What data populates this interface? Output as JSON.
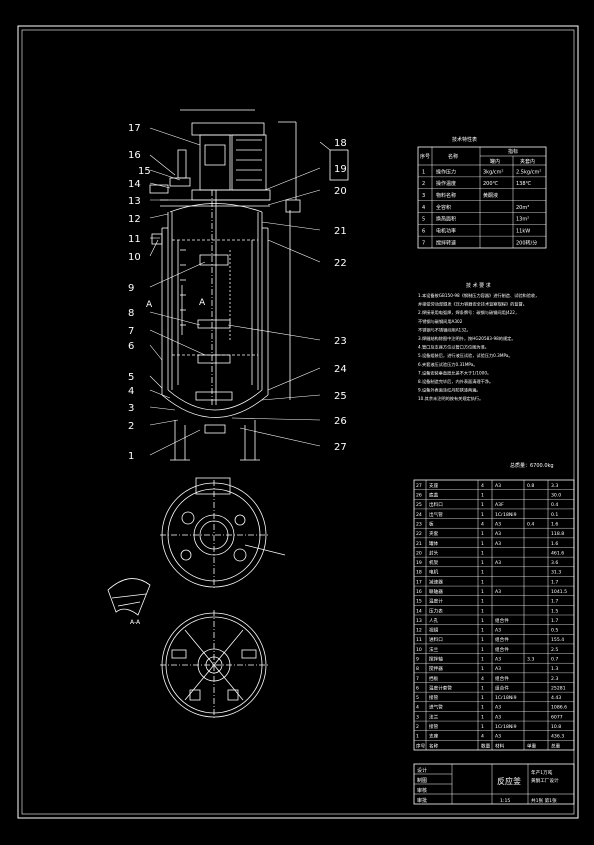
{
  "drawing": {
    "part_numbers": [
      "1",
      "2",
      "3",
      "4",
      "5",
      "6",
      "7",
      "8",
      "9",
      "10",
      "11",
      "12",
      "13",
      "14",
      "15",
      "16",
      "17",
      "18",
      "19",
      "20",
      "21",
      "22",
      "23",
      "24",
      "25",
      "26",
      "27"
    ],
    "section_marks": [
      "A",
      "A"
    ],
    "view_label": "A-A"
  },
  "tech_table": {
    "title": "技术特性表",
    "header": [
      "序号",
      "名称",
      "指标"
    ],
    "sub_header": [
      "罐内",
      "夹套内"
    ],
    "rows": [
      [
        "1",
        "操作压力",
        "3kg/cm²",
        "2.5kg/cm²"
      ],
      [
        "2",
        "操作温度",
        "200℃",
        "138℃"
      ],
      [
        "3",
        "物料名称",
        "黄酮液",
        ""
      ],
      [
        "4",
        "全容积",
        "",
        "20m³"
      ],
      [
        "5",
        "换热面积",
        "",
        "13m²"
      ],
      [
        "6",
        "电机功率",
        "",
        "11kW"
      ],
      [
        "7",
        "搅拌转速",
        "",
        "200转/分"
      ]
    ]
  },
  "tech_req": {
    "title": "技 术 要 求",
    "lines": [
      "1.本设备按GB150-98《钢制压力容器》进行制造、试验和验收，",
      "并接受劳动部颁发《压力容器安全技术监察规程》的监督。",
      "2.焊接采用电弧焊，焊条牌号：碳钢与碳钢间用J422，",
      "          不锈钢与碳钢间用A302",
      "          不锈钢与不锈钢间用A132。",
      "3.焊缝结构除图中注明外，按HG20583-98的规定。",
      "4.管口及支座方位以管口方位图为准。",
      "5.设备组装后，进行液压试验，试验压力0.3MPa。",
      "6.夹套液压试验压力0.31MPa。",
      "7.设备安装垂直度允差不大于1/1000。",
      "8.设备制造完毕后，内外表面清理干净。",
      "9.设备外表面涂红丹防锈漆两遍。",
      "10.其余未注明的按有关规定执行。"
    ],
    "weight": "总质量：6700.0kg"
  },
  "bom": {
    "rows": [
      [
        "27",
        "支座",
        "4",
        "A3",
        "0.8",
        "3.3"
      ],
      [
        "26",
        "底盖",
        "1",
        "",
        "",
        "30.0"
      ],
      [
        "25",
        "出料口",
        "1",
        "A3F",
        "",
        "0.4"
      ],
      [
        "24",
        "出气管",
        "1",
        "1Cr18Ni9",
        "",
        "0.1"
      ],
      [
        "23",
        "板",
        "4",
        "A3",
        "0.4",
        "1.6"
      ],
      [
        "22",
        "夹套",
        "1",
        "A3",
        "",
        "118.8"
      ],
      [
        "21",
        "罐体",
        "1",
        "A3",
        "",
        "1.6"
      ],
      [
        "20",
        "封头",
        "1",
        "",
        "",
        "461.6"
      ],
      [
        "19",
        "机架",
        "1",
        "A3",
        "",
        "3.6"
      ],
      [
        "18",
        "电机",
        "1",
        "",
        "",
        "31.3"
      ],
      [
        "17",
        "减速器",
        "1",
        "",
        "",
        "1.7"
      ],
      [
        "16",
        "联轴器",
        "1",
        "A3",
        "",
        "1041.5"
      ],
      [
        "15",
        "温度计",
        "1",
        "",
        "",
        "1.7"
      ],
      [
        "14",
        "压力表",
        "1",
        "",
        "",
        "1.5"
      ],
      [
        "13",
        "人孔",
        "1",
        "组合件",
        "",
        "1.7"
      ],
      [
        "12",
        "视镜",
        "1",
        "A3",
        "",
        "0.5"
      ],
      [
        "11",
        "进料口",
        "1",
        "组合件",
        "",
        "155.4"
      ],
      [
        "10",
        "法兰",
        "1",
        "组合件",
        "",
        "2.5"
      ],
      [
        "9",
        "搅拌轴",
        "1",
        "A3",
        "3.3",
        "0.7"
      ],
      [
        "8",
        "搅拌器",
        "1",
        "A3",
        "",
        "1.3"
      ],
      [
        "7",
        "挡板",
        "4",
        "组合件",
        "",
        "2.3"
      ],
      [
        "6",
        "温度计套管",
        "1",
        "组合件",
        "",
        "25281"
      ],
      [
        "5",
        "接管",
        "1",
        "1Cr18Ni9",
        "",
        "4.43"
      ],
      [
        "4",
        "进气管",
        "1",
        "A3",
        "",
        "1086.6"
      ],
      [
        "3",
        "法兰",
        "1",
        "A3",
        "",
        "6077"
      ],
      [
        "2",
        "接管",
        "1",
        "1Cr18Ni9",
        "",
        "10.8"
      ],
      [
        "1",
        "支座",
        "4",
        "A3",
        "",
        "436.3"
      ]
    ],
    "footer": [
      "序号",
      "名称",
      "数量",
      "材料",
      "单重",
      "总重"
    ]
  },
  "title_block": {
    "labels": [
      "设计",
      "制图",
      "审核",
      "审批"
    ],
    "title": "反应釜",
    "org_lines": [
      "年产1万吨",
      "黄酮工厂设计"
    ],
    "scale": "1:15",
    "sheet": "共1张 第1张"
  }
}
